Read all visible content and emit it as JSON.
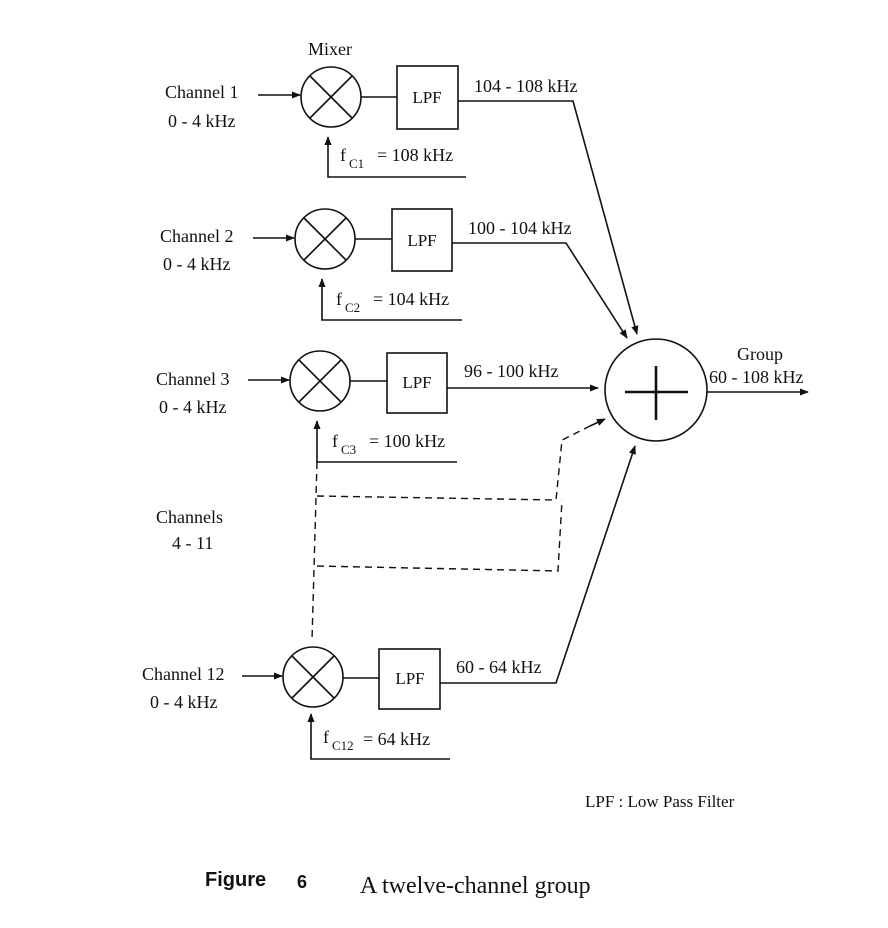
{
  "mixer_label": "Mixer",
  "channels": [
    {
      "name": "Channel 1",
      "band": "0 - 4 kHz",
      "carrier_sub": "C1",
      "carrier_value": "= 108 kHz",
      "output": "104 - 108 kHz",
      "lpf": "LPF"
    },
    {
      "name": "Channel 2",
      "band": "0 - 4 kHz",
      "carrier_sub": "C2",
      "carrier_value": "= 104 kHz",
      "output": "100 - 104 kHz",
      "lpf": "LPF"
    },
    {
      "name": "Channel 3",
      "band": "0 - 4 kHz",
      "carrier_sub": "C3",
      "carrier_value": "= 100 kHz",
      "output": "96 - 100 kHz",
      "lpf": "LPF"
    },
    {
      "name": "Channel 12",
      "band": "0 - 4 kHz",
      "carrier_sub": "C12",
      "carrier_value": "= 64 kHz",
      "output": "60 - 64 kHz",
      "lpf": "LPF"
    }
  ],
  "carrier_letter": "f",
  "middle_channels": {
    "line1": "Channels",
    "line2": "4 - 11"
  },
  "group": {
    "label": "Group",
    "band": "60 - 108 kHz"
  },
  "legend": "LPF : Low Pass Filter",
  "figure": {
    "label": "Figure",
    "number": "6",
    "caption": "A twelve-channel group"
  }
}
